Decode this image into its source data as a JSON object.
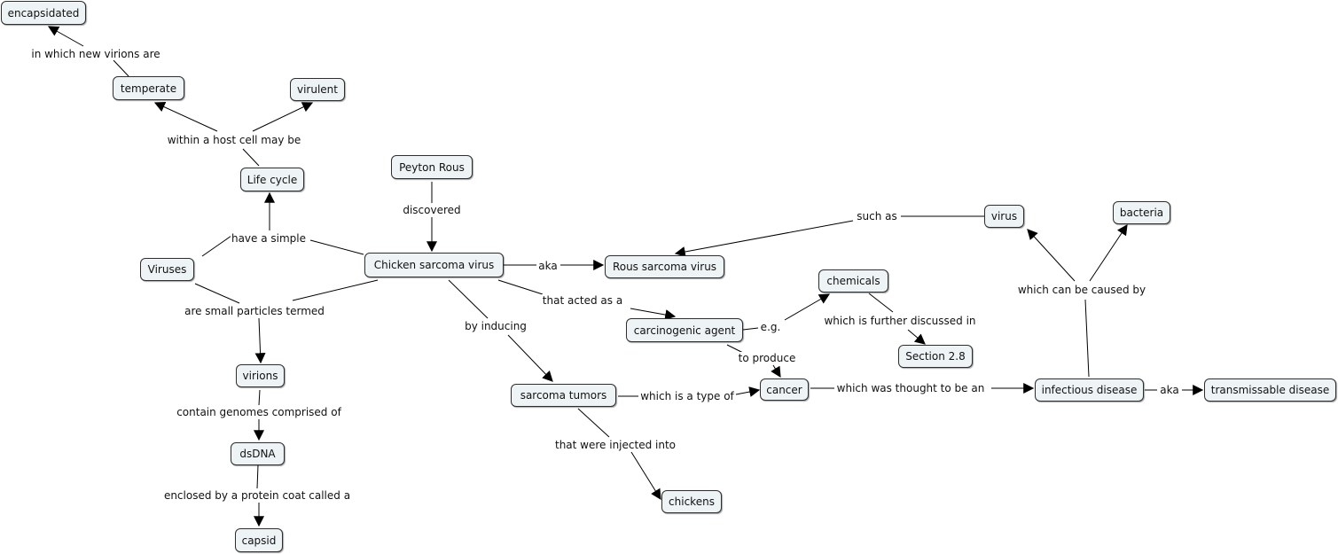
{
  "concepts": {
    "encapsidated": "encapsidated",
    "temperate": "temperate",
    "virulent": "virulent",
    "life_cycle": "Life cycle",
    "peyton_rous": "Peyton Rous",
    "viruses": "Viruses",
    "chicken_sarcoma_virus": "Chicken sarcoma virus",
    "rous_sarcoma_virus": "Rous sarcoma virus",
    "virus": "virus",
    "bacteria": "bacteria",
    "chemicals": "chemicals",
    "carcinogenic_agent": "carcinogenic agent",
    "section_2_8": "Section 2.8",
    "virions": "virions",
    "dsdna": "dsDNA",
    "capsid": "capsid",
    "sarcoma_tumors": "sarcoma tumors",
    "cancer": "cancer",
    "infectious_disease": "infectious disease",
    "transmissable_disease": "transmissable disease",
    "chickens": "chickens"
  },
  "links": {
    "in_which_new_virions_are": "in which new virions are",
    "within_a_host_cell_may_be": "within a host cell may be",
    "have_a_simple": "have a simple",
    "discovered": "discovered",
    "aka_1": "aka",
    "such_as": "such as",
    "which_can_be_caused_by": "which can be caused by",
    "are_small_particles_termed": "are small particles termed",
    "that_acted_as_a": "that acted as a",
    "by_inducing": "by inducing",
    "eg": "e.g.",
    "which_is_further_discussed_in": "which is further discussed in",
    "to_produce": "to produce",
    "contain_genomes_comprised_of": "contain genomes comprised of",
    "which_is_a_type_of": "which is a type of",
    "which_was_thought_to_be_an": "which was thought to be an",
    "aka_2": "aka",
    "enclosed_by_a_protein_coat_called_a": "enclosed by a protein coat called a",
    "that_were_injected_into": "that were injected into"
  }
}
